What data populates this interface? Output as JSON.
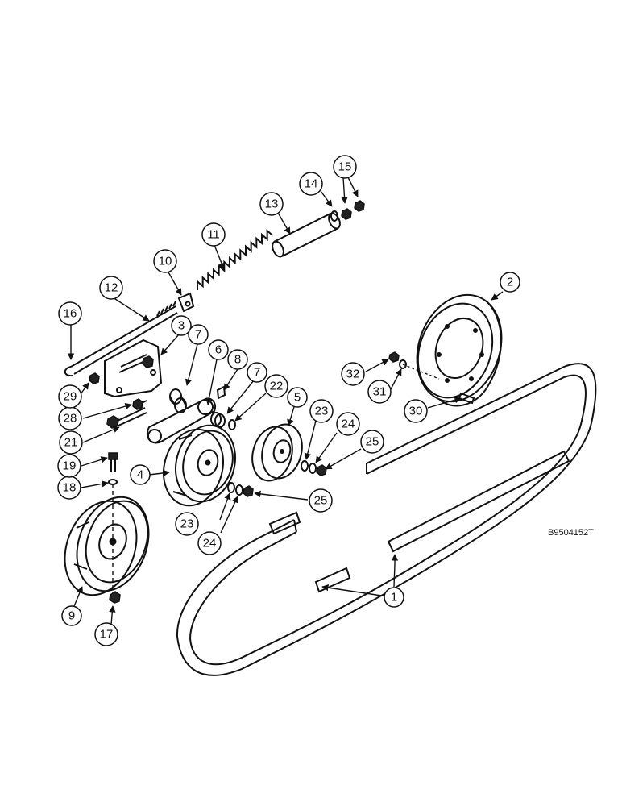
{
  "drawing_number": "B9504152T",
  "callouts": [
    {
      "id": "c1",
      "label": "1"
    },
    {
      "id": "c2",
      "label": "2"
    },
    {
      "id": "c3",
      "label": "3"
    },
    {
      "id": "c4",
      "label": "4"
    },
    {
      "id": "c5",
      "label": "5"
    },
    {
      "id": "c6",
      "label": "6"
    },
    {
      "id": "c7a",
      "label": "7"
    },
    {
      "id": "c7b",
      "label": "7"
    },
    {
      "id": "c8",
      "label": "8"
    },
    {
      "id": "c9",
      "label": "9"
    },
    {
      "id": "c10",
      "label": "10"
    },
    {
      "id": "c11",
      "label": "11"
    },
    {
      "id": "c12",
      "label": "12"
    },
    {
      "id": "c13",
      "label": "13"
    },
    {
      "id": "c14",
      "label": "14"
    },
    {
      "id": "c15",
      "label": "15"
    },
    {
      "id": "c16",
      "label": "16"
    },
    {
      "id": "c17",
      "label": "17"
    },
    {
      "id": "c18",
      "label": "18"
    },
    {
      "id": "c19",
      "label": "19"
    },
    {
      "id": "c21",
      "label": "21"
    },
    {
      "id": "c22",
      "label": "22"
    },
    {
      "id": "c23a",
      "label": "23"
    },
    {
      "id": "c23b",
      "label": "23"
    },
    {
      "id": "c24a",
      "label": "24"
    },
    {
      "id": "c24b",
      "label": "24"
    },
    {
      "id": "c25a",
      "label": "25"
    },
    {
      "id": "c25b",
      "label": "25"
    },
    {
      "id": "c28",
      "label": "28"
    },
    {
      "id": "c29",
      "label": "29"
    },
    {
      "id": "c30",
      "label": "30"
    },
    {
      "id": "c31",
      "label": "31"
    },
    {
      "id": "c32",
      "label": "32"
    }
  ]
}
